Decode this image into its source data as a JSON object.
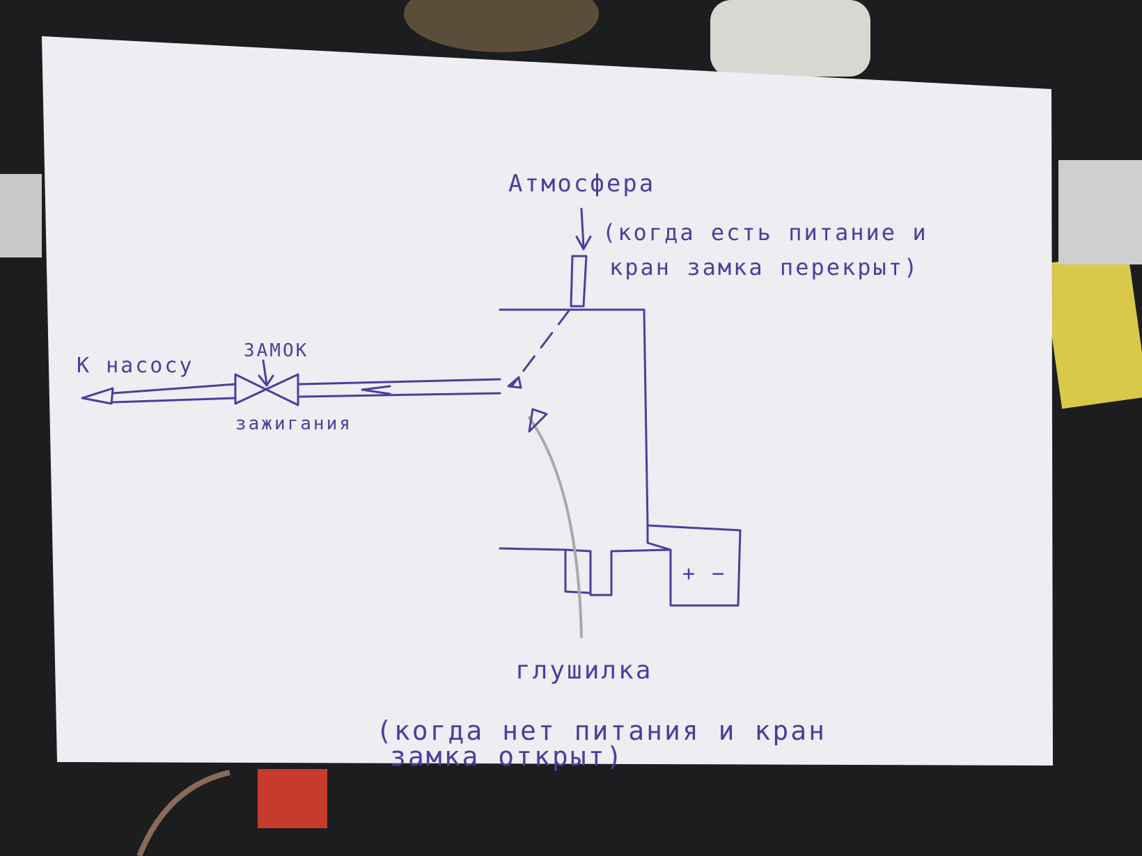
{
  "labels": {
    "atmosphere": "Атмосфера",
    "atmosphere_note_1": "(когда есть питание и",
    "atmosphere_note_2": "кран замка перекрыт)",
    "to_pump": "К насосу",
    "lock_top": "ЗАМОК",
    "lock_bottom": "зажигания",
    "muffler": "глушилка",
    "muffler_note_1": "(когда нет питания и кран",
    "muffler_note_2": "замка открыт)",
    "plus": "+",
    "minus": "−"
  },
  "colors": {
    "ink": "#4a3f9c",
    "pencil": "#a8a8ae",
    "paper": "#eeedf2",
    "background": "#1c1d1f"
  }
}
